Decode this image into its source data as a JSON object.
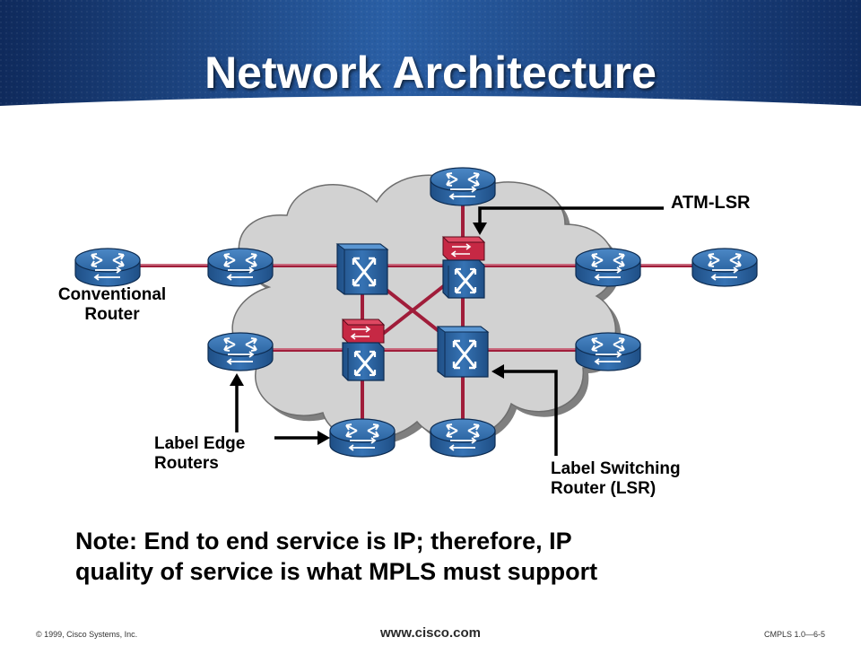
{
  "slide": {
    "title": "Network Architecture",
    "note_line1": "Note: End to end service is IP; therefore, IP",
    "note_line2": "quality of service is what MPLS must support"
  },
  "labels": {
    "atm_lsr": "ATM-LSR",
    "conventional_router_line1": "Conventional",
    "conventional_router_line2": "Router",
    "label_edge_routers_line1": "Label Edge",
    "label_edge_routers_line2": "Routers",
    "lsr_line1": "Label Switching",
    "lsr_line2": "Router (LSR)"
  },
  "footer": {
    "copyright": "© 1999, Cisco Systems, Inc.",
    "website": "www.cisco.com",
    "course_code": "CMPLS 1.0—6-5"
  },
  "colors": {
    "header_blue": "#1c3f7c",
    "link_red": "#a01d3a",
    "cloud_fill": "#d2d2d2",
    "device_blue": "#2f6aa8",
    "atm_red": "#b81f3c"
  },
  "icons": {
    "router": "router-icon",
    "lsr": "lsr-switch-icon",
    "atm_lsr": "atm-lsr-icon"
  }
}
